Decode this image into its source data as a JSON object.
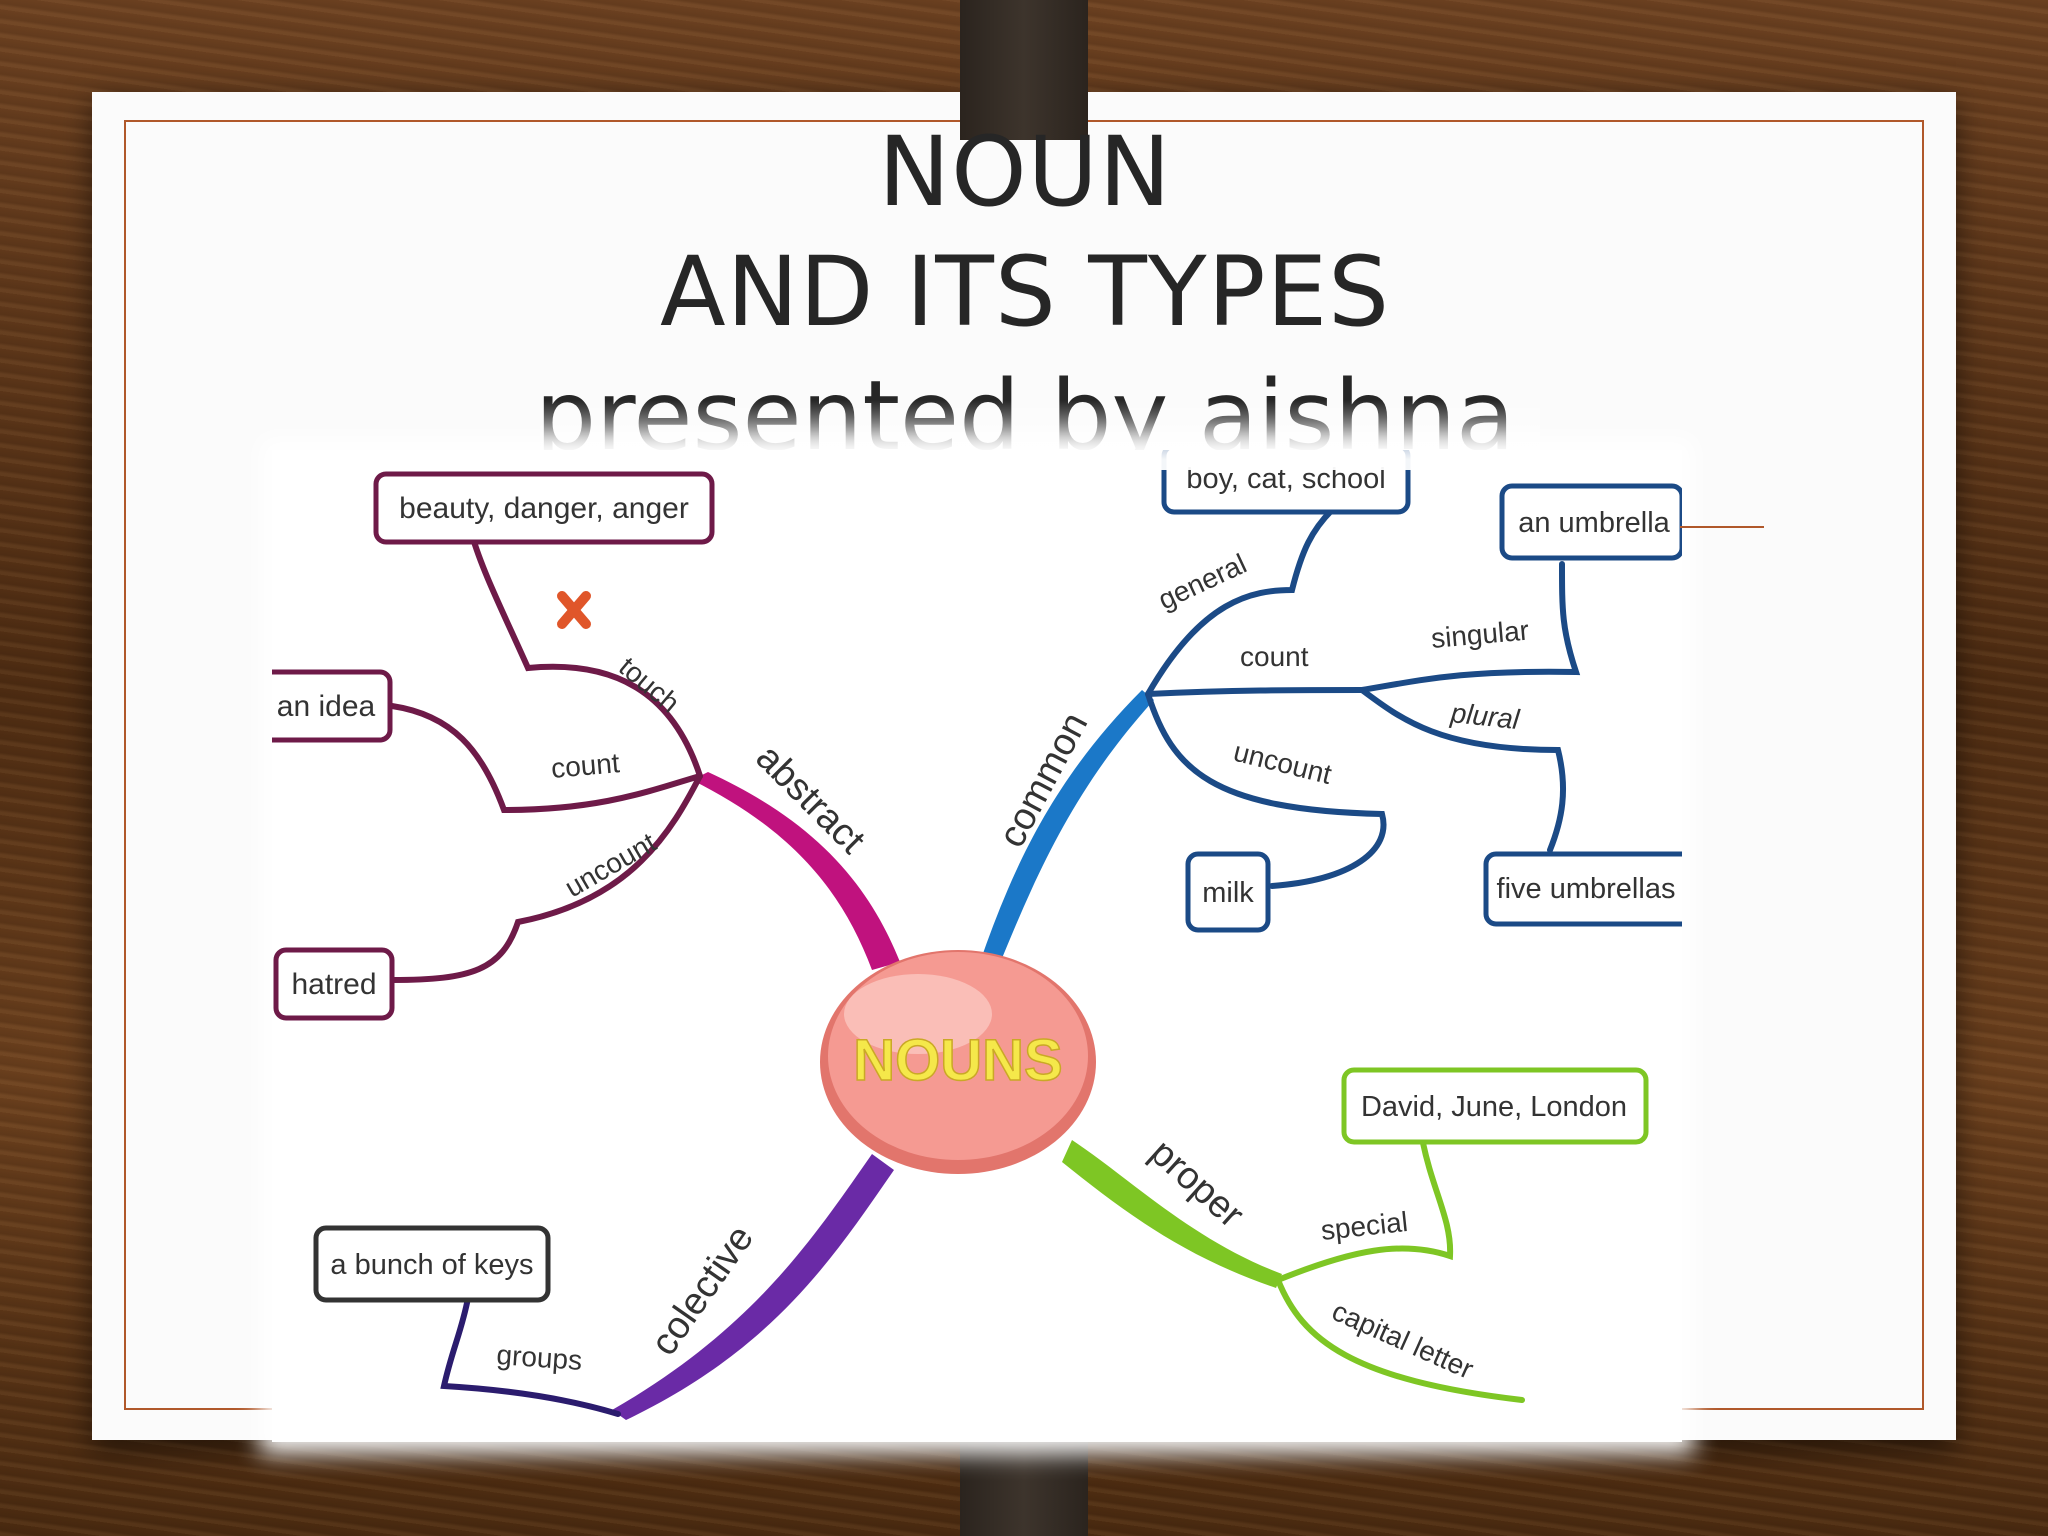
{
  "title": {
    "line1": "NOUN",
    "line2": "AND ITS TYPES",
    "line3": "presented by aishna"
  },
  "diagram": {
    "center": "NOUNS",
    "branches": {
      "abstract": {
        "label": "abstract",
        "touch": "touch",
        "count": "count",
        "uncount": "uncount",
        "touch_example": "beauty, danger, anger",
        "count_example": "an idea",
        "uncount_example": "hatred"
      },
      "common": {
        "label": "common",
        "general": "general",
        "count": "count",
        "uncount": "uncount",
        "singular": "singular",
        "plural": "plural",
        "general_example": "boy, cat, school",
        "singular_example": "an umbrella",
        "plural_example": "five umbrellas",
        "uncount_example": "milk"
      },
      "proper": {
        "label": "proper",
        "special": "special",
        "capital": "capital letter",
        "special_example": "David, June, London"
      },
      "collective": {
        "label": "colective",
        "groups": "groups",
        "groups_example": "a bunch of keys"
      }
    },
    "colors": {
      "abstract": "#c0127e",
      "abstract_sub": "#6e1a48",
      "common": "#1b78c8",
      "common_sub": "#1b4a86",
      "proper": "#7ec624",
      "collective": "#6a2aa6",
      "collective_sub": "#2b1c6e",
      "center_fill": "#f59a92",
      "center_text": "#f5e84a",
      "cross": "#e0562a"
    }
  }
}
